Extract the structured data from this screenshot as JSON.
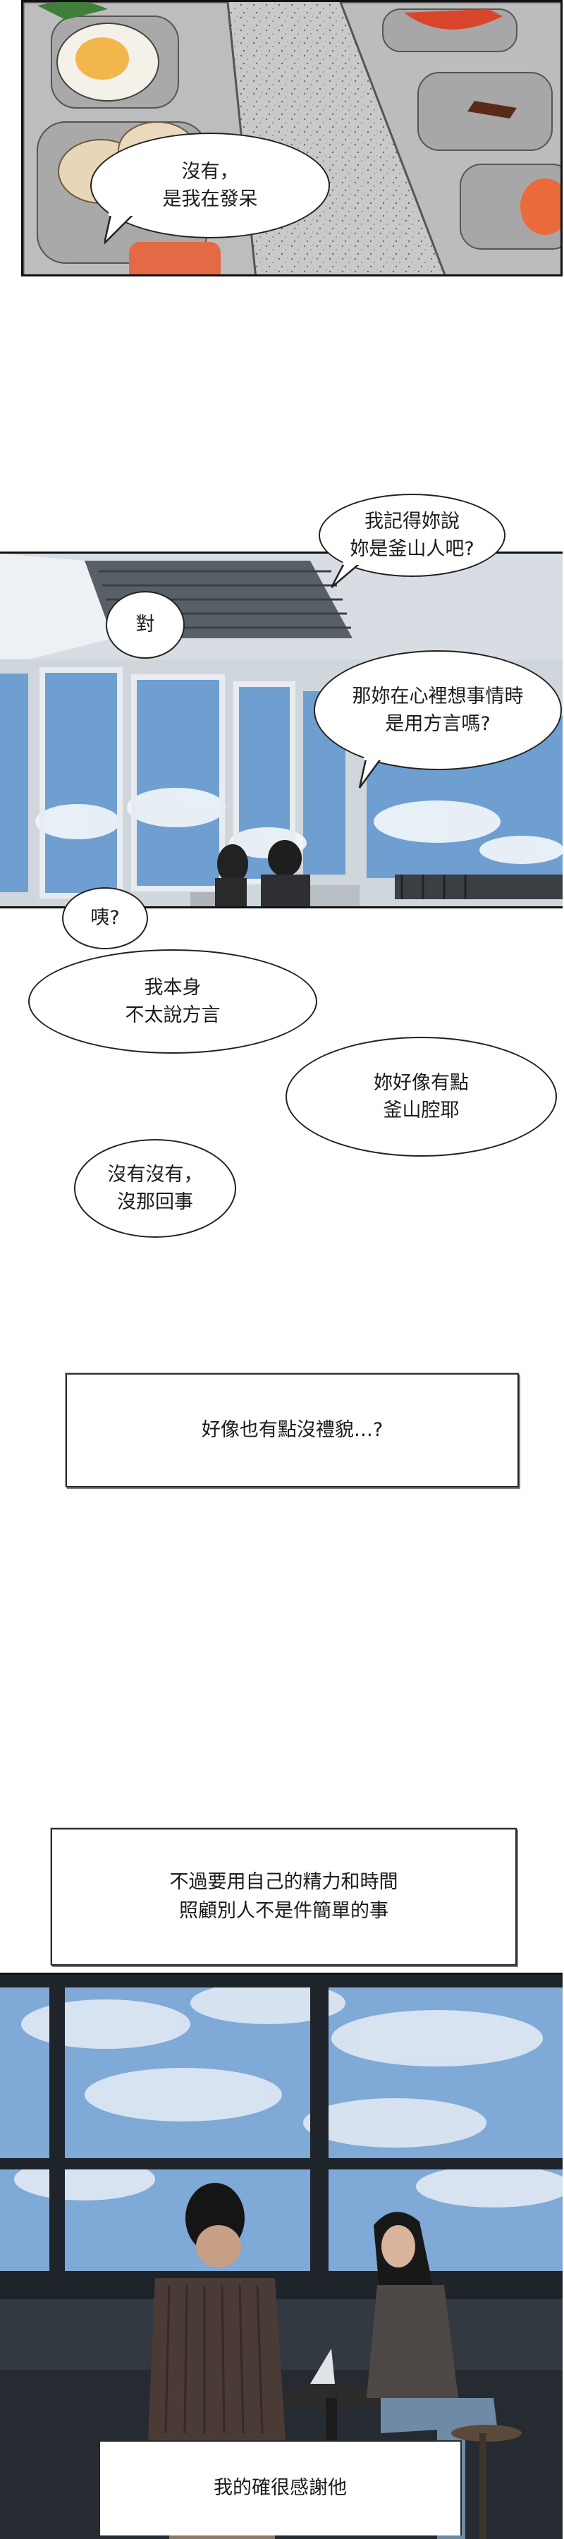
{
  "panels": {
    "food": {
      "bubble_text": "沒有，\n是我在發呆"
    },
    "cafe": {
      "bubble_remember": "我記得妳說\n妳是釜山人吧?",
      "bubble_right": "對",
      "bubble_dialect": "那妳在心裡想事情時\n是用方言嗎?"
    },
    "dialogue": {
      "bubble_huh": "咦?",
      "bubble_no_dialect": "我本身\n不太說方言",
      "bubble_accent": "妳好像有點\n釜山腔耶",
      "bubble_deny": "沒有沒有，\n沒那回事"
    },
    "caption_rude": "好像也有點沒禮貌…?",
    "caption_care": "不過要用自己的精力和時間\n照顧別人不是件簡單的事",
    "window_scene": {
      "caption_thanks": "我的確很感謝他"
    }
  },
  "colors": {
    "sky": "#7fa9d6",
    "tray": "#d9d9d9",
    "salmon": "#e2623b",
    "outline": "#222222"
  }
}
